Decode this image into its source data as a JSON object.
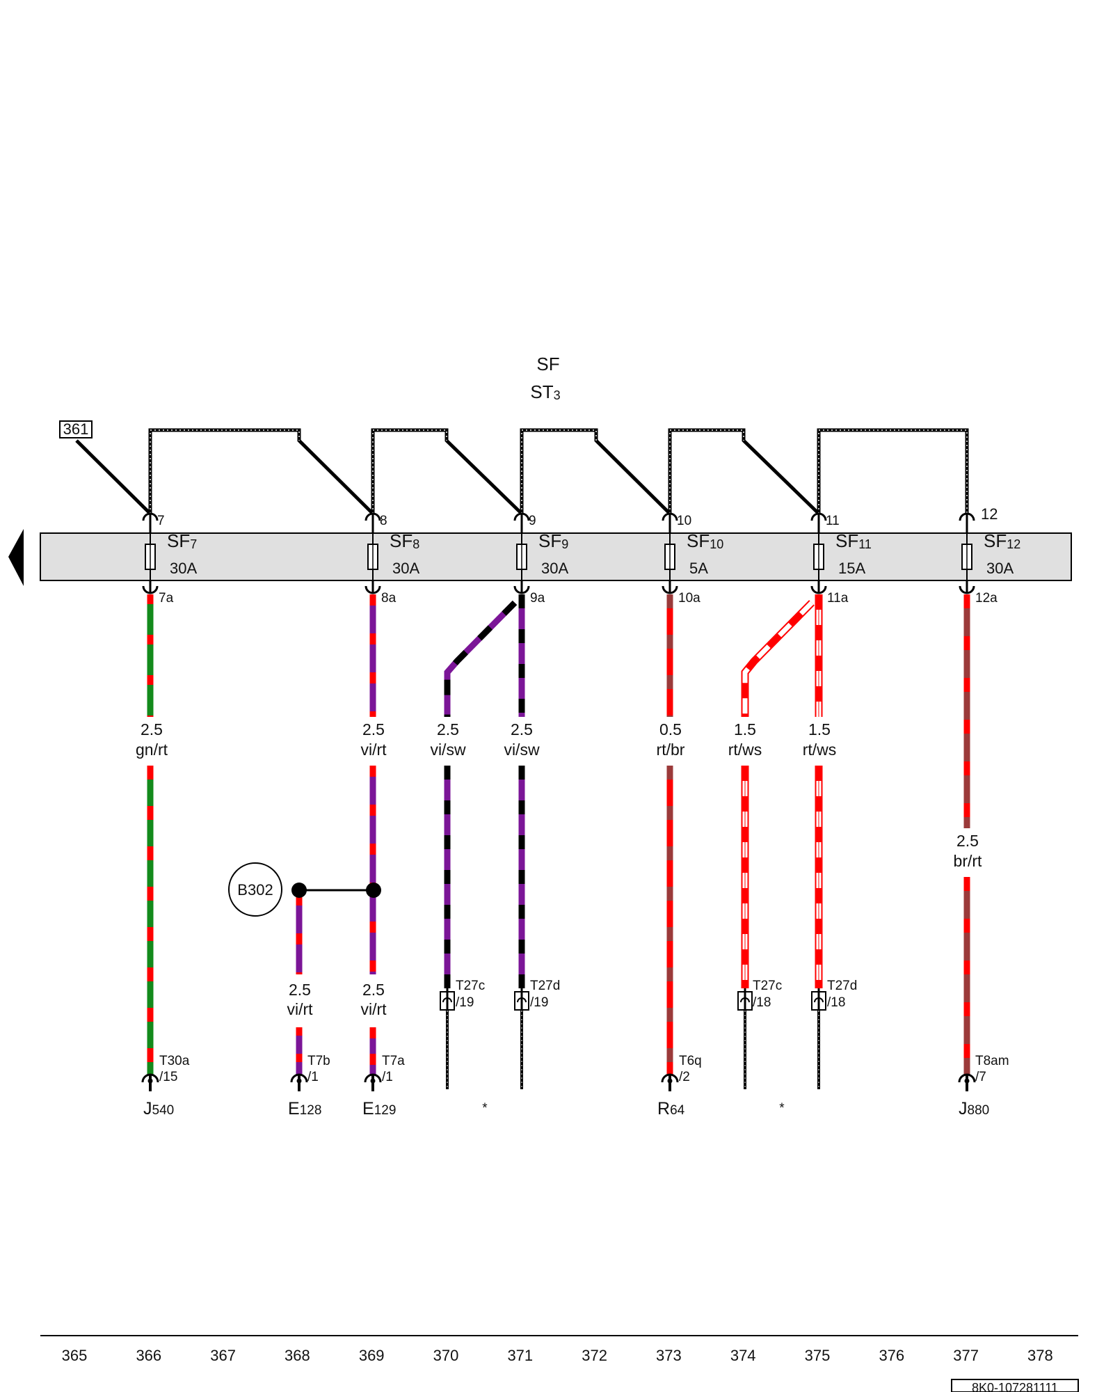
{
  "header": {
    "title": "SF",
    "subtitle": "ST",
    "subtitle_sub": "3"
  },
  "ref_box": "361",
  "arrow": "left-arrow",
  "colors": {
    "gn": "#138a1b",
    "rt": "#ff0000",
    "vi": "#7b1597",
    "sw": "#000000",
    "br": "#9b3a3a",
    "ws": "#ffffff",
    "panel": "#e0e0e0"
  },
  "fuses": [
    {
      "name": "SF",
      "num": "7",
      "amp": "30A",
      "pin_top": "7",
      "pin_bot": "7a"
    },
    {
      "name": "SF",
      "num": "8",
      "amp": "30A",
      "pin_top": "8",
      "pin_bot": "8a"
    },
    {
      "name": "SF",
      "num": "9",
      "amp": "30A",
      "pin_top": "9",
      "pin_bot": "9a"
    },
    {
      "name": "SF",
      "num": "10",
      "amp": "5A",
      "pin_top": "10",
      "pin_bot": "10a"
    },
    {
      "name": "SF",
      "num": "11",
      "amp": "15A",
      "pin_top": "11",
      "pin_bot": "11a"
    },
    {
      "name": "SF",
      "num": "12",
      "amp": "30A",
      "pin_top": "12",
      "pin_bot": "12a"
    }
  ],
  "wires": [
    {
      "size": "2.5",
      "color": "gn/rt"
    },
    {
      "size": "2.5",
      "color": "vi/rt"
    },
    {
      "size": "2.5",
      "color": "vi/sw"
    },
    {
      "size": "2.5",
      "color": "vi/sw"
    },
    {
      "size": "0.5",
      "color": "rt/br"
    },
    {
      "size": "1.5",
      "color": "rt/ws"
    },
    {
      "size": "1.5",
      "color": "rt/ws"
    },
    {
      "size": "2.5",
      "color": "br/rt"
    },
    {
      "size": "2.5",
      "color": "vi/rt"
    },
    {
      "size": "2.5",
      "color": "vi/rt"
    }
  ],
  "ground_point": "B302",
  "connectors": [
    {
      "name": "T30a",
      "pin": "/15"
    },
    {
      "name": "T7b",
      "pin": "/1"
    },
    {
      "name": "T7a",
      "pin": "/1"
    },
    {
      "name": "T27c",
      "pin": "/19"
    },
    {
      "name": "T27d",
      "pin": "/19"
    },
    {
      "name": "T6q",
      "pin": "/2"
    },
    {
      "name": "T27c",
      "pin": "/18"
    },
    {
      "name": "T27d",
      "pin": "/18"
    },
    {
      "name": "T8am",
      "pin": "/7"
    }
  ],
  "components": [
    {
      "main": "J",
      "sub": "540"
    },
    {
      "main": "E",
      "sub": "128"
    },
    {
      "main": "E",
      "sub": "129"
    },
    {
      "main": "*",
      "sub": ""
    },
    {
      "main": "R",
      "sub": "64"
    },
    {
      "main": "*",
      "sub": ""
    },
    {
      "main": "J",
      "sub": "880"
    }
  ],
  "scale": [
    "365",
    "366",
    "367",
    "368",
    "369",
    "370",
    "371",
    "372",
    "373",
    "374",
    "375",
    "376",
    "377",
    "378"
  ],
  "doc_number": "8K0-107281111"
}
